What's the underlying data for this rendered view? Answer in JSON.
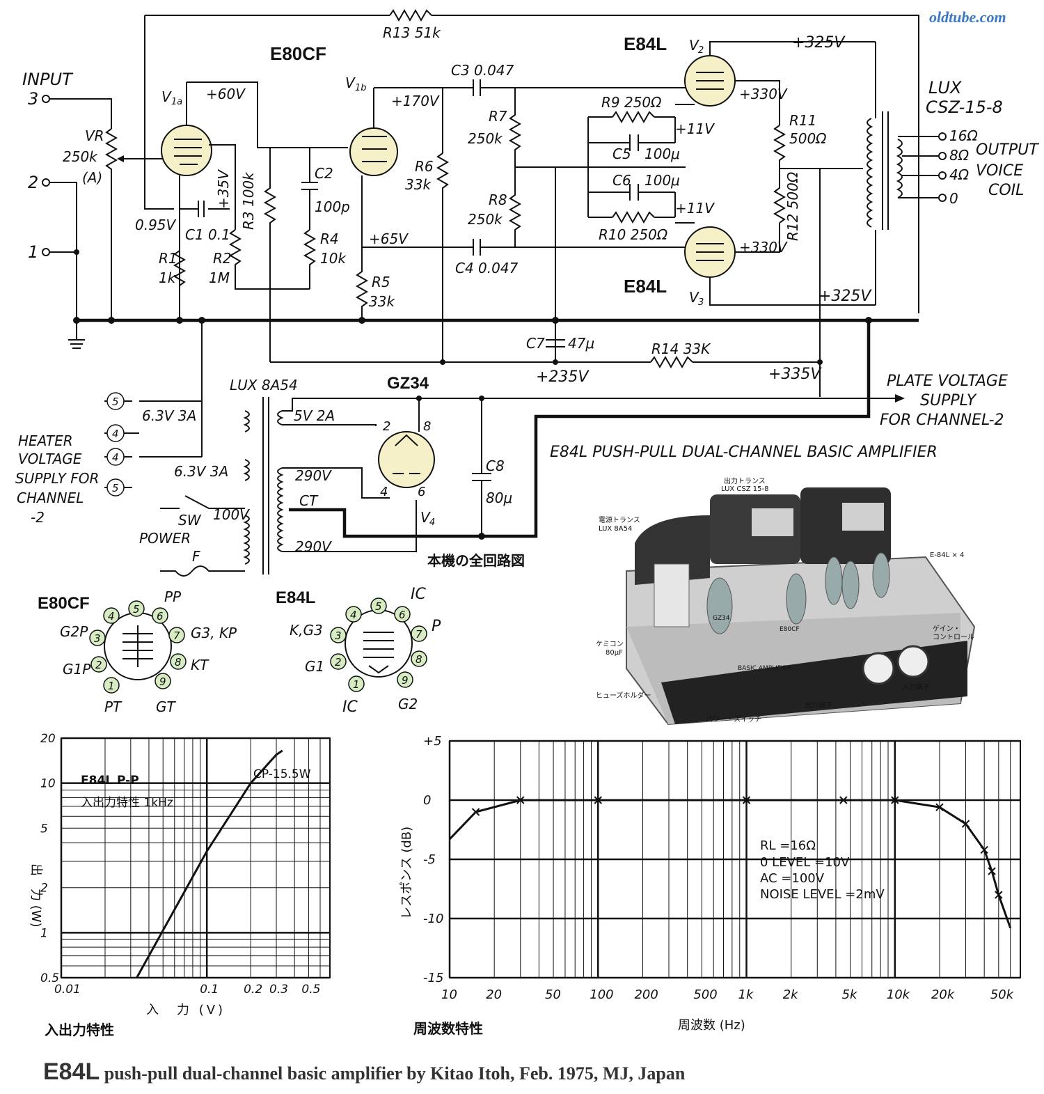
{
  "site": "oldtube.com",
  "schematic": {
    "input_label": "INPUT",
    "input_pins": [
      "3",
      "2",
      "1"
    ],
    "ground_pin": "1",
    "vr": "VR",
    "vr_value": "250k",
    "vr_taper": "(A)",
    "v1a": "V",
    "v1a_sub": "1a",
    "v1b": "V",
    "v1b_sub": "1b",
    "e80cf_top": "E80CF",
    "e84l_top": "E84L",
    "e84l_bottom": "E84L",
    "v2": "V",
    "v2_sub": "2",
    "v3": "V",
    "v3_sub": "3",
    "v4": "V",
    "v4_sub": "4",
    "r13": "R13 51k",
    "r1": "R1",
    "r1_val": "1k",
    "r2": "R2",
    "r2_val": "1M",
    "r3": "R3 100k",
    "r4": "R4",
    "r4_val": "10k",
    "r5": "R5",
    "r5_val": "33k",
    "r6": "R6",
    "r6_val": "33k",
    "r7": "R7",
    "r7_val": "250k",
    "r8": "R8",
    "r8_val": "250k",
    "r9": "R9 250Ω",
    "r10": "R10 250Ω",
    "r11": "R11",
    "r11_val": "500Ω",
    "r12": "R12 500Ω",
    "r14": "R14 33K",
    "c1": "C1 0.1",
    "c2": "C2",
    "c2_val": "100p",
    "c3": "C3 0.047",
    "c4": "C4 0.047",
    "c5": "C5",
    "c5_val": "100μ",
    "c6": "C6",
    "c6_val": "100μ",
    "c7": "C7",
    "c7_val": "47μ",
    "c8": "C8",
    "c8_val": "80μ",
    "v_60": "+60V",
    "v_35": "+35V",
    "v_095": "0.95V",
    "v_170": "+170V",
    "v_65": "+65V",
    "v_325_top": "+325V",
    "v_330_top": "+330V",
    "v_11_top": "+11V",
    "v_11_bot": "+11V",
    "v_330_bot": "+330V",
    "v_325_bot": "+325V",
    "v_235": "+235V",
    "v_335": "+335V",
    "output_tx": "LUX",
    "output_tx_model": "CSZ-15-8",
    "output_taps": [
      "16Ω",
      "8Ω",
      "4Ω",
      "0"
    ],
    "output_label": [
      "OUTPUT",
      "VOICE",
      "COIL"
    ],
    "power_tx": "LUX 8A54",
    "heater_a": "6.3V 3A",
    "heater_b": "6.3V 3A",
    "rect_heater": "5V 2A",
    "hv_top": "290V",
    "hv_ct": "CT",
    "hv_bottom": "290V",
    "mains": "100V",
    "sw": "SW",
    "power": "POWER",
    "fuse": "F",
    "heater_supply": [
      "HEATER",
      "VOLTAGE",
      "SUPPLY FOR",
      "CHANNEL",
      "-2"
    ],
    "circle_nums": [
      "5",
      "4",
      "4",
      "5"
    ],
    "gz34": "GZ34",
    "gz34_pins": [
      "2",
      "8",
      "4",
      "6"
    ],
    "plate_supply": [
      "PLATE VOLTAGE",
      "SUPPLY",
      "FOR CHANNEL-2"
    ],
    "caption_jp": "本機の全回路図",
    "title": "E84L  PUSH-PULL DUAL-CHANNEL BASIC AMPLIFIER"
  },
  "pinouts": {
    "e80cf": {
      "name": "E80CF",
      "pins": [
        "1",
        "2",
        "3",
        "4",
        "5",
        "6",
        "7",
        "8",
        "9"
      ],
      "labels": [
        "PP",
        "G3, KP",
        "KT",
        "GT",
        "PT",
        "G1P",
        "G2P"
      ]
    },
    "e84l": {
      "name": "E84L",
      "pins": [
        "1",
        "2",
        "3",
        "4",
        "5",
        "6",
        "7",
        "8",
        "9"
      ],
      "labels": [
        "IC",
        "P",
        "G2",
        "IC",
        "G1",
        "K,G3"
      ]
    }
  },
  "photo": {
    "labels": [
      "出力トランス",
      "LUX CSZ 15-8",
      "電源トランス",
      "LUX 8A54",
      "E-84L × 4",
      "ゲイン・",
      "コントロール",
      "ケミコン",
      "80μF",
      "ヒューズホルダー",
      "パワー・スイッチ",
      "出力端子",
      "入力端子",
      "GZ34",
      "E80CF",
      "BASIC AMPLIFIER"
    ]
  },
  "chart_data": [
    {
      "type": "line",
      "title": "入出力特性",
      "annotation_lines": [
        "E84L P-P",
        "入出力特性 1kHz"
      ],
      "cp_label": "CP-15.5W",
      "xlabel": "入　力 (V)",
      "ylabel": "出　力 (W)",
      "x_scale": "log",
      "y_scale": "log",
      "xlim": [
        0.01,
        0.7
      ],
      "ylim": [
        0.5,
        20
      ],
      "x_ticks": [
        "0.01",
        "0.1",
        "0.2",
        "0.3",
        "0.5"
      ],
      "y_ticks": [
        "20",
        "10",
        "5",
        "2",
        "1",
        "0.5"
      ],
      "x": [
        0.033,
        0.1,
        0.2,
        0.3,
        0.33
      ],
      "y": [
        0.5,
        3.5,
        10,
        15.5,
        16.5
      ]
    },
    {
      "type": "line",
      "title": "周波数特性",
      "xlabel": "周波数 (Hz)",
      "ylabel": "レスポンス (dB)",
      "x_scale": "log",
      "xlim": [
        10,
        70000
      ],
      "ylim": [
        -15,
        5
      ],
      "x_ticks": [
        "10",
        "20",
        "50",
        "100",
        "200",
        "500",
        "1k",
        "2k",
        "5k",
        "10k",
        "20k",
        "50k"
      ],
      "y_ticks": [
        "+5",
        "0",
        "-5",
        "-10",
        "-15"
      ],
      "annotation_lines": [
        "RL =16Ω",
        "0 LEVEL =10V",
        "AC =100V",
        "NOISE LEVEL =2mV"
      ],
      "x": [
        10,
        15,
        30,
        100,
        1000,
        4500,
        10000,
        20000,
        30000,
        40000,
        45000,
        50000,
        60000
      ],
      "y": [
        -3.3,
        -1.0,
        0,
        0,
        0,
        0,
        0,
        -0.6,
        -2.0,
        -4.2,
        -6.0,
        -8.0,
        -10.8
      ]
    }
  ],
  "footer": {
    "model": "E84L",
    "text": " push-pull dual-channel basic amplifier by Kitao Itoh, Feb. 1975, MJ, Japan"
  }
}
